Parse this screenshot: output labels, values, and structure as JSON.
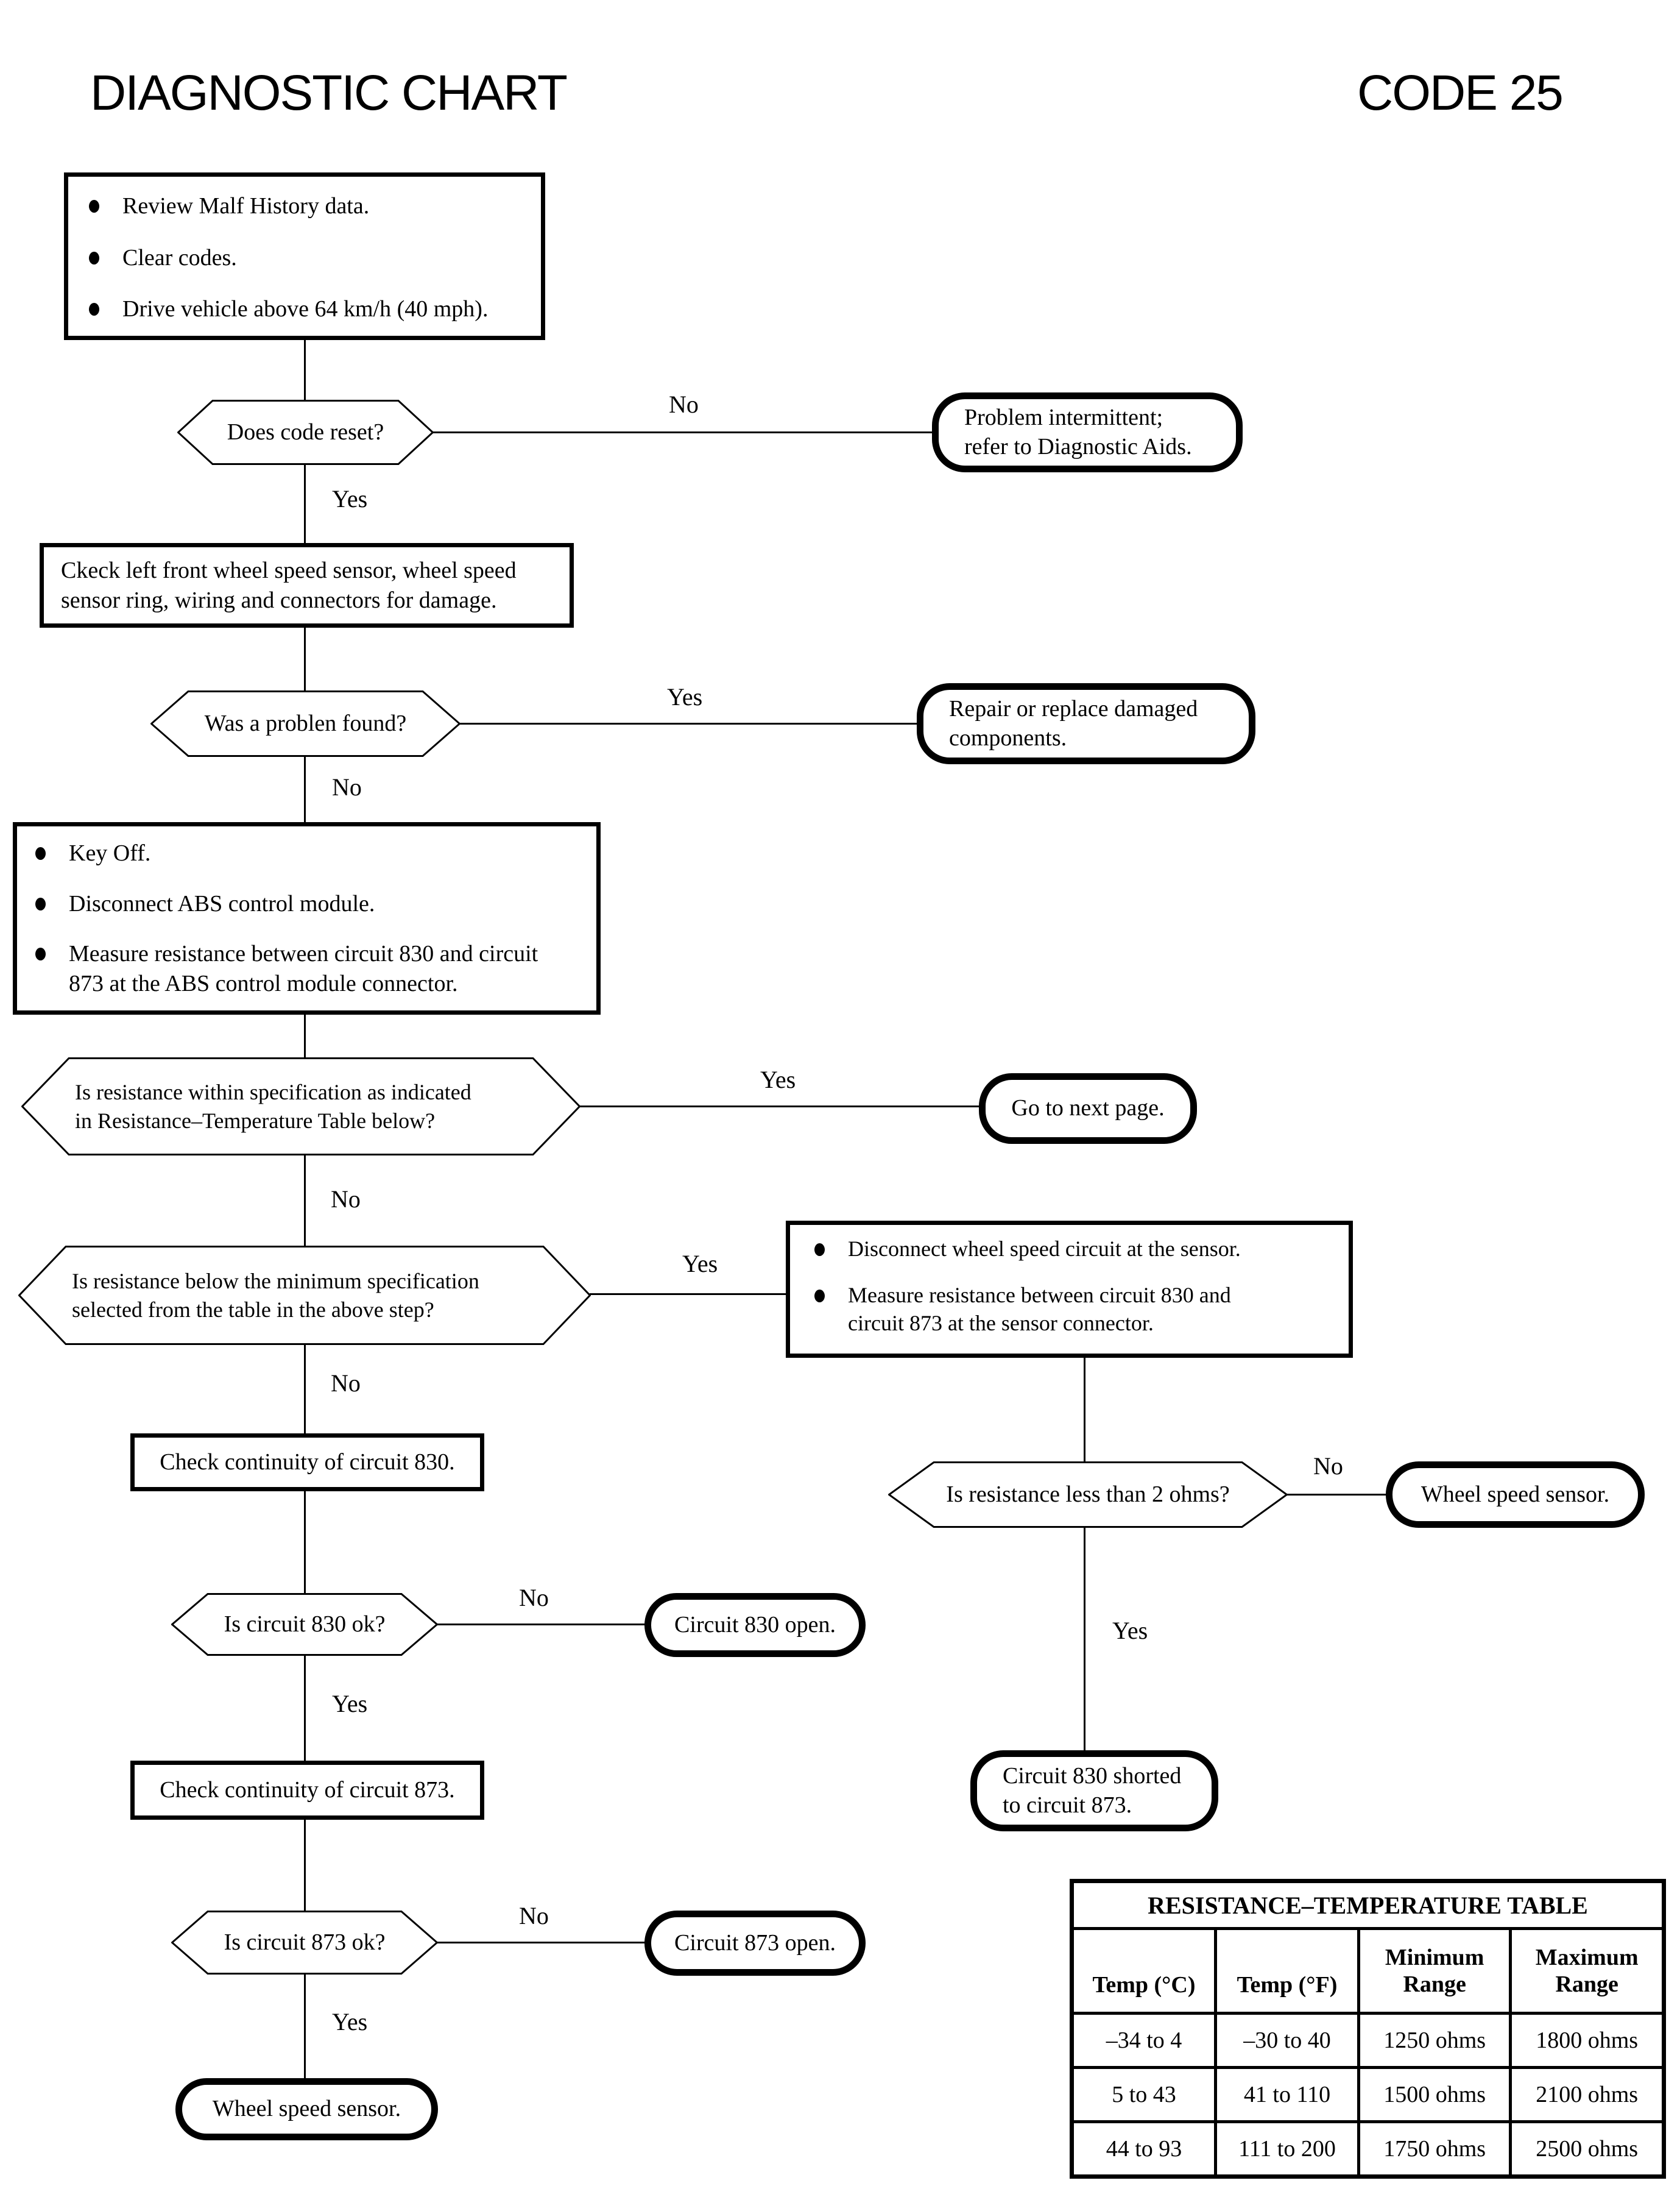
{
  "header": {
    "title": "DIAGNOSTIC CHART",
    "code": "CODE 25"
  },
  "nodes": {
    "box1": {
      "bullets": [
        "Review Malf History data.",
        "Clear codes.",
        "Drive vehicle above 64 km/h (40 mph)."
      ]
    },
    "hex1": {
      "label": "Does code reset?"
    },
    "term1": {
      "label": "Problem intermittent;\nrefer to Diagnostic Aids."
    },
    "box2": {
      "label": "Ckeck left front wheel speed sensor, wheel speed\nsensor ring, wiring and connectors for damage."
    },
    "hex2": {
      "label": "Was a problen found?"
    },
    "term2": {
      "label": "Repair or replace damaged\ncomponents."
    },
    "box3": {
      "bullets": [
        "Key Off.",
        "Disconnect ABS control module.",
        "Measure resistance between circuit 830 and circuit\n873 at the ABS control module connector."
      ]
    },
    "hex3": {
      "label": "Is resistance within specification as indicated\nin Resistance–Temperature Table below?"
    },
    "term3": {
      "label": "Go to next page."
    },
    "hex4": {
      "label": "Is resistance below the minimum specification\nselected from the table in the above step?"
    },
    "box4": {
      "bullets": [
        "Disconnect wheel speed circuit at the sensor.",
        "Measure resistance between circuit 830 and\ncircuit 873 at the sensor connector."
      ]
    },
    "box5": {
      "label": "Check continuity of circuit 830."
    },
    "hex5": {
      "label": "Is resistance less than 2 ohms?"
    },
    "term4": {
      "label": "Wheel speed sensor."
    },
    "hex6": {
      "label": "Is circuit 830 ok?"
    },
    "term5": {
      "label": "Circuit 830 open."
    },
    "term6": {
      "label": "Circuit 830 shorted\nto circuit 873."
    },
    "box6": {
      "label": "Check continuity of circuit 873."
    },
    "hex7": {
      "label": "Is circuit 873 ok?"
    },
    "term7": {
      "label": "Circuit 873 open."
    },
    "term8": {
      "label": "Wheel speed sensor."
    }
  },
  "edges": {
    "hex1_no": "No",
    "hex1_yes": "Yes",
    "hex2_yes": "Yes",
    "hex2_no": "No",
    "hex3_yes": "Yes",
    "hex3_no": "No",
    "hex4_yes": "Yes",
    "hex4_no": "No",
    "hex5_no": "No",
    "hex5_yes": "Yes",
    "hex6_no": "No",
    "hex6_yes": "Yes",
    "hex7_no": "No",
    "hex7_yes": "Yes"
  },
  "table": {
    "title": "RESISTANCE–TEMPERATURE TABLE",
    "headers": [
      "Temp (°C)",
      "Temp (°F)",
      "Minimum\nRange",
      "Maximum\nRange"
    ],
    "rows": [
      [
        "–34 to 4",
        "–30 to 40",
        "1250 ohms",
        "1800 ohms"
      ],
      [
        "5 to 43",
        "41 to 110",
        "1500 ohms",
        "2100 ohms"
      ],
      [
        "44 to 93",
        "111 to 200",
        "1750 ohms",
        "2500 ohms"
      ]
    ]
  },
  "colors": {
    "ink": "#000000",
    "paper": "#ffffff"
  }
}
